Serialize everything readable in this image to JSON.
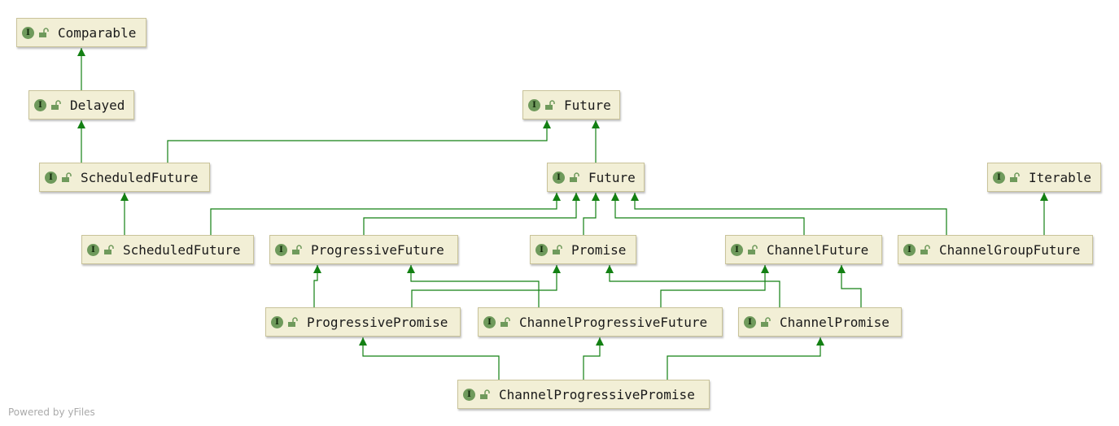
{
  "nodes": [
    {
      "id": "comparable",
      "icon": "interface-icon",
      "access": "unlocked-icon",
      "label": "Comparable"
    },
    {
      "id": "delayed",
      "icon": "interface-icon",
      "access": "unlocked-icon",
      "label": "Delayed"
    },
    {
      "id": "future-java",
      "icon": "interface-icon",
      "access": "unlocked-icon",
      "label": "Future"
    },
    {
      "id": "scheduledfuture-java",
      "icon": "interface-icon",
      "access": "unlocked-icon",
      "label": "ScheduledFuture"
    },
    {
      "id": "future-netty",
      "icon": "interface-icon",
      "access": "unlocked-icon",
      "label": "Future"
    },
    {
      "id": "iterable",
      "icon": "interface-icon",
      "access": "unlocked-icon",
      "label": "Iterable"
    },
    {
      "id": "scheduledfuture-netty",
      "icon": "interface-icon",
      "access": "unlocked-icon",
      "label": "ScheduledFuture"
    },
    {
      "id": "progressivefuture",
      "icon": "interface-icon",
      "access": "unlocked-icon",
      "label": "ProgressiveFuture"
    },
    {
      "id": "promise",
      "icon": "interface-icon",
      "access": "unlocked-icon",
      "label": "Promise"
    },
    {
      "id": "channelfuture",
      "icon": "interface-icon",
      "access": "unlocked-icon",
      "label": "ChannelFuture"
    },
    {
      "id": "channelgroupfuture",
      "icon": "interface-icon",
      "access": "unlocked-icon",
      "label": "ChannelGroupFuture"
    },
    {
      "id": "progressivepromise",
      "icon": "interface-icon",
      "access": "unlocked-icon",
      "label": "ProgressivePromise"
    },
    {
      "id": "channelprogressivefuture",
      "icon": "interface-icon",
      "access": "unlocked-icon",
      "label": "ChannelProgressiveFuture"
    },
    {
      "id": "channelpromise",
      "icon": "interface-icon",
      "access": "unlocked-icon",
      "label": "ChannelPromise"
    },
    {
      "id": "channelprogressivepromise",
      "icon": "interface-icon",
      "access": "unlocked-icon",
      "label": "ChannelProgressivePromise"
    }
  ],
  "edges": [
    {
      "from": "delayed",
      "to": "comparable"
    },
    {
      "from": "scheduledfuture-java",
      "to": "delayed"
    },
    {
      "from": "scheduledfuture-java",
      "to": "future-java"
    },
    {
      "from": "future-netty",
      "to": "future-java"
    },
    {
      "from": "scheduledfuture-netty",
      "to": "scheduledfuture-java"
    },
    {
      "from": "scheduledfuture-netty",
      "to": "future-netty"
    },
    {
      "from": "progressivefuture",
      "to": "future-netty"
    },
    {
      "from": "promise",
      "to": "future-netty"
    },
    {
      "from": "channelfuture",
      "to": "future-netty"
    },
    {
      "from": "channelgroupfuture",
      "to": "future-netty"
    },
    {
      "from": "channelgroupfuture",
      "to": "iterable"
    },
    {
      "from": "progressivepromise",
      "to": "progressivefuture"
    },
    {
      "from": "progressivepromise",
      "to": "promise"
    },
    {
      "from": "channelprogressivefuture",
      "to": "progressivefuture"
    },
    {
      "from": "channelprogressivefuture",
      "to": "channelfuture"
    },
    {
      "from": "channelpromise",
      "to": "promise"
    },
    {
      "from": "channelpromise",
      "to": "channelfuture"
    },
    {
      "from": "channelprogressivepromise",
      "to": "progressivepromise"
    },
    {
      "from": "channelprogressivepromise",
      "to": "channelprogressivefuture"
    },
    {
      "from": "channelprogressivepromise",
      "to": "channelpromise"
    }
  ],
  "colors": {
    "edge": "#138013",
    "node_fill": "#f2efd6",
    "badge": "#6f9a5c"
  },
  "footer": "Powered by yFiles"
}
